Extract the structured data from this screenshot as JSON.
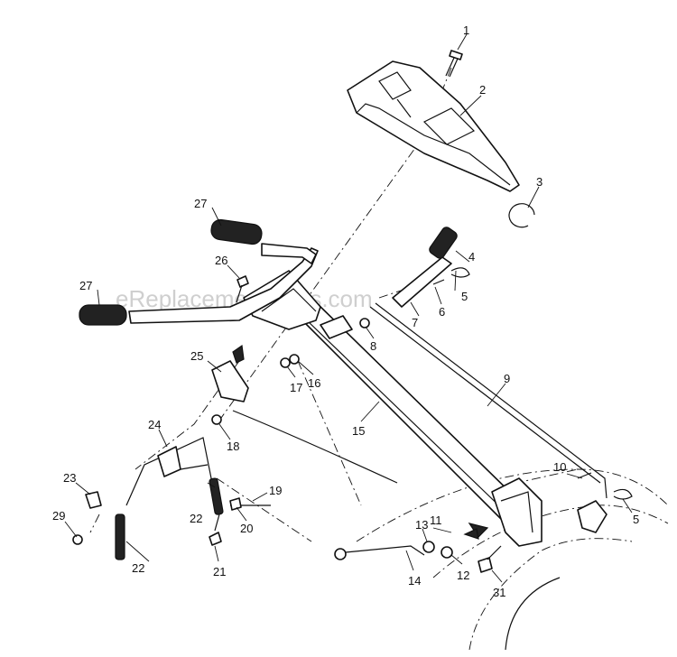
{
  "watermark": "eReplacementParts.com",
  "callouts": [
    {
      "id": "c1",
      "label": "1"
    },
    {
      "id": "c2",
      "label": "2"
    },
    {
      "id": "c3",
      "label": "3"
    },
    {
      "id": "c4",
      "label": "4"
    },
    {
      "id": "c5a",
      "label": "5"
    },
    {
      "id": "c5b",
      "label": "5"
    },
    {
      "id": "c6",
      "label": "6"
    },
    {
      "id": "c7",
      "label": "7"
    },
    {
      "id": "c8",
      "label": "8"
    },
    {
      "id": "c9",
      "label": "9"
    },
    {
      "id": "c10",
      "label": "10"
    },
    {
      "id": "c11",
      "label": "11"
    },
    {
      "id": "c12",
      "label": "12"
    },
    {
      "id": "c13",
      "label": "13"
    },
    {
      "id": "c14",
      "label": "14"
    },
    {
      "id": "c15",
      "label": "15"
    },
    {
      "id": "c16",
      "label": "16"
    },
    {
      "id": "c17",
      "label": "17"
    },
    {
      "id": "c18",
      "label": "18"
    },
    {
      "id": "c19",
      "label": "19"
    },
    {
      "id": "c20",
      "label": "20"
    },
    {
      "id": "c21",
      "label": "21"
    },
    {
      "id": "c22a",
      "label": "22"
    },
    {
      "id": "c22b",
      "label": "22"
    },
    {
      "id": "c23",
      "label": "23"
    },
    {
      "id": "c24",
      "label": "24"
    },
    {
      "id": "c25",
      "label": "25"
    },
    {
      "id": "c26",
      "label": "26"
    },
    {
      "id": "c27a",
      "label": "27"
    },
    {
      "id": "c27b",
      "label": "27"
    },
    {
      "id": "c29",
      "label": "29"
    },
    {
      "id": "c31",
      "label": "31"
    }
  ]
}
